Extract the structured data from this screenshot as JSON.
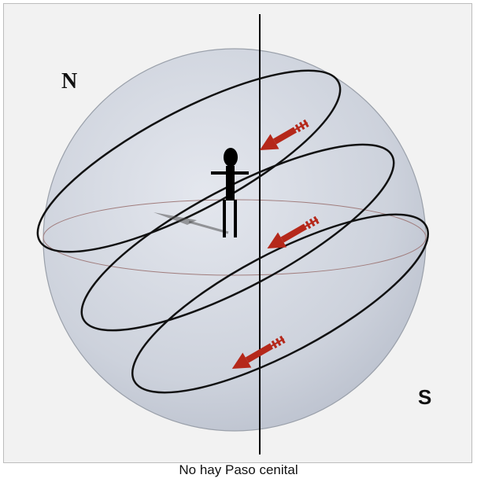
{
  "labels": {
    "north": "N",
    "south": "S",
    "caption": "No  hay Paso cenital"
  },
  "colors": {
    "sphere_fill": "#cdd2dc",
    "sphere_edge": "#9aa0aa",
    "orbit": "#000000",
    "arrow": "#b5281a",
    "vertical_axis": "#000000"
  },
  "icons": {
    "observer": "person-icon",
    "arrows": "arrow-down-left-icon"
  }
}
